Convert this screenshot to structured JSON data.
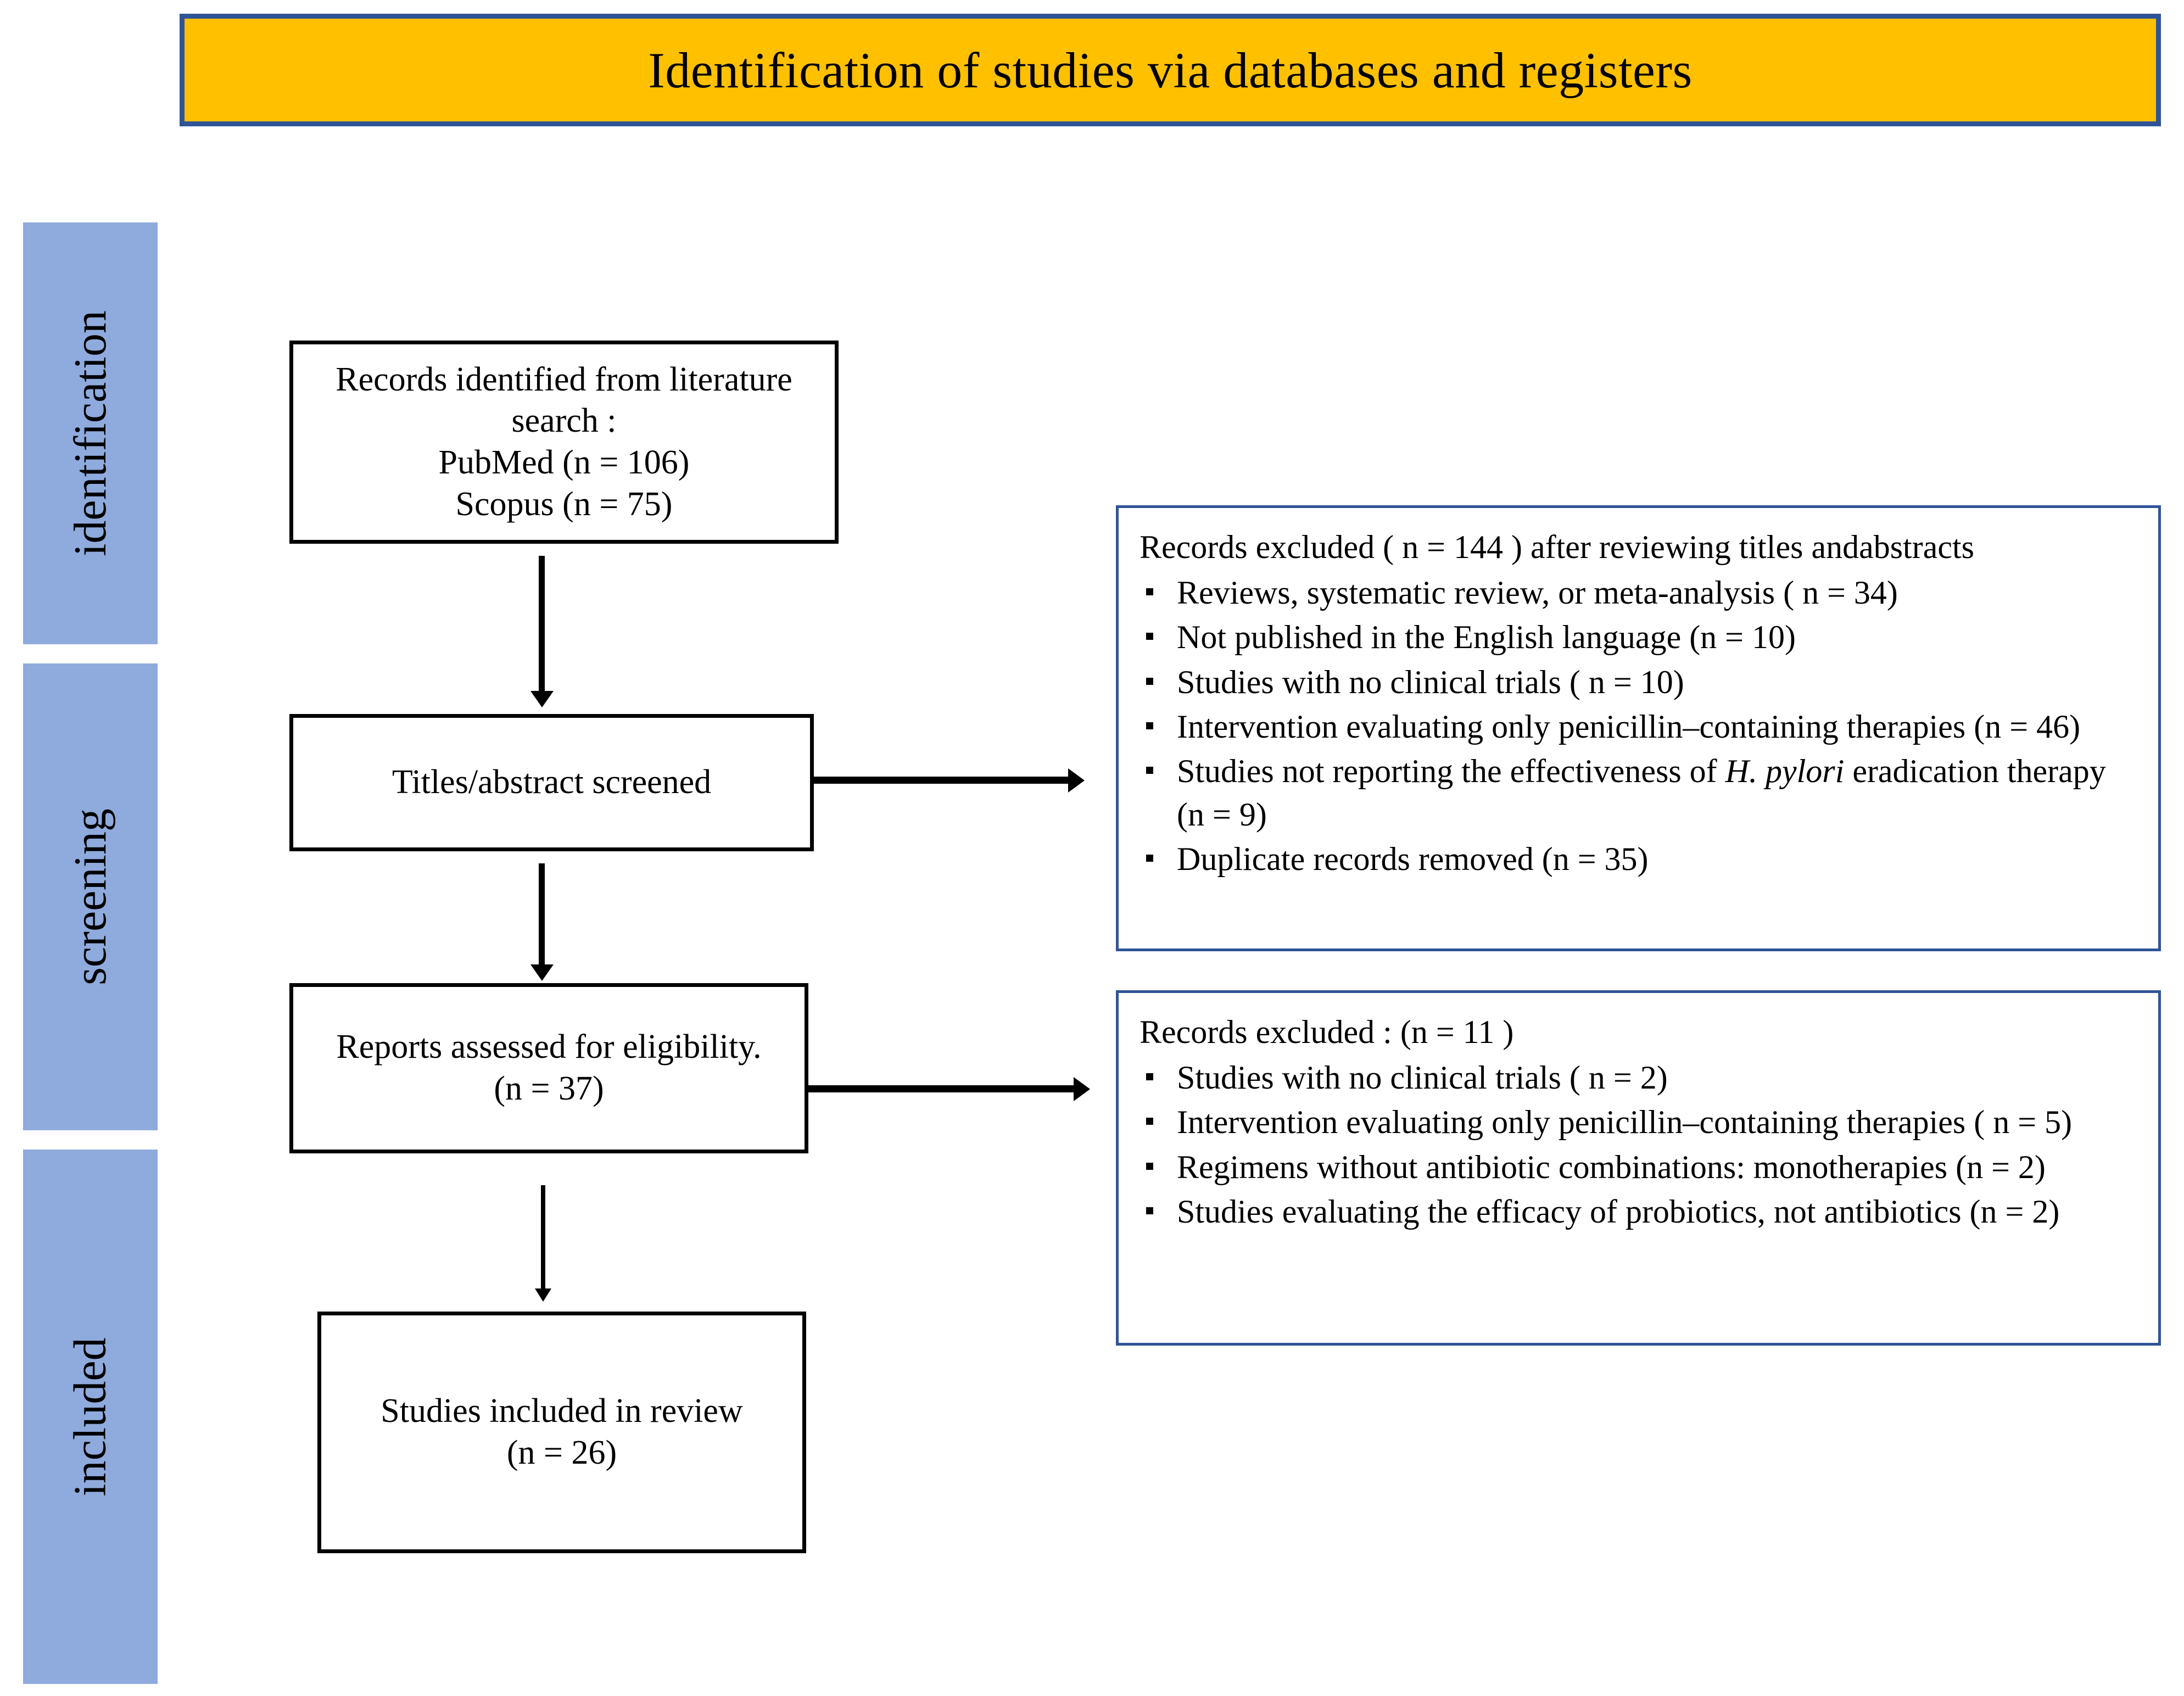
{
  "title": {
    "text": "Identification of studies via databases and registers",
    "fill_color": "#FFC000",
    "border_color": "#2F5496"
  },
  "phases": {
    "band_color": "#8FAADC",
    "items": [
      {
        "label": "identification"
      },
      {
        "label": "screening"
      },
      {
        "label": "included"
      }
    ]
  },
  "flow": {
    "identified": {
      "lines": [
        "Records identified from literature",
        "search :",
        "PubMed (n = 106)",
        "Scopus (n = 75)"
      ]
    },
    "screened": {
      "lines": [
        "Titles/abstract screened"
      ]
    },
    "eligibility": {
      "lines": [
        "Reports assessed for eligibility.",
        "(n = 37)"
      ]
    },
    "included": {
      "lines": [
        "Studies included in review",
        "(n = 26)"
      ]
    }
  },
  "exclusions": [
    {
      "heading": "Records excluded ( n = 144 ) after reviewing titles andabstracts",
      "items": [
        {
          "text": "Reviews, systematic review, or meta-analysis ( n = 34)"
        },
        {
          "text": "Not published  in the English language (n = 10)"
        },
        {
          "text": "Studies with  no clinical trials ( n = 10)"
        },
        {
          "text": "Intervention evaluating only penicillin–containing therapies (n = 46)"
        },
        {
          "pre": "Studies not reporting the effectiveness of ",
          "italic": "H. pylori",
          "post": " eradication therapy (n = 9)"
        },
        {
          "text": "Duplicate records removed  (n = 35)"
        }
      ]
    },
    {
      "heading": "Records excluded :  (n = 11 )",
      "items": [
        {
          "text": "Studies with  no clinical trials ( n = 2)"
        },
        {
          "text": "Intervention evaluating only penicillin–containing therapies ( n = 5)"
        },
        {
          "text": "Regimens without antibiotic combinations: monotherapies (n = 2)"
        },
        {
          "text": "Studies evaluating the efficacy of probiotics, not antibiotics (n = 2)"
        }
      ]
    }
  ]
}
